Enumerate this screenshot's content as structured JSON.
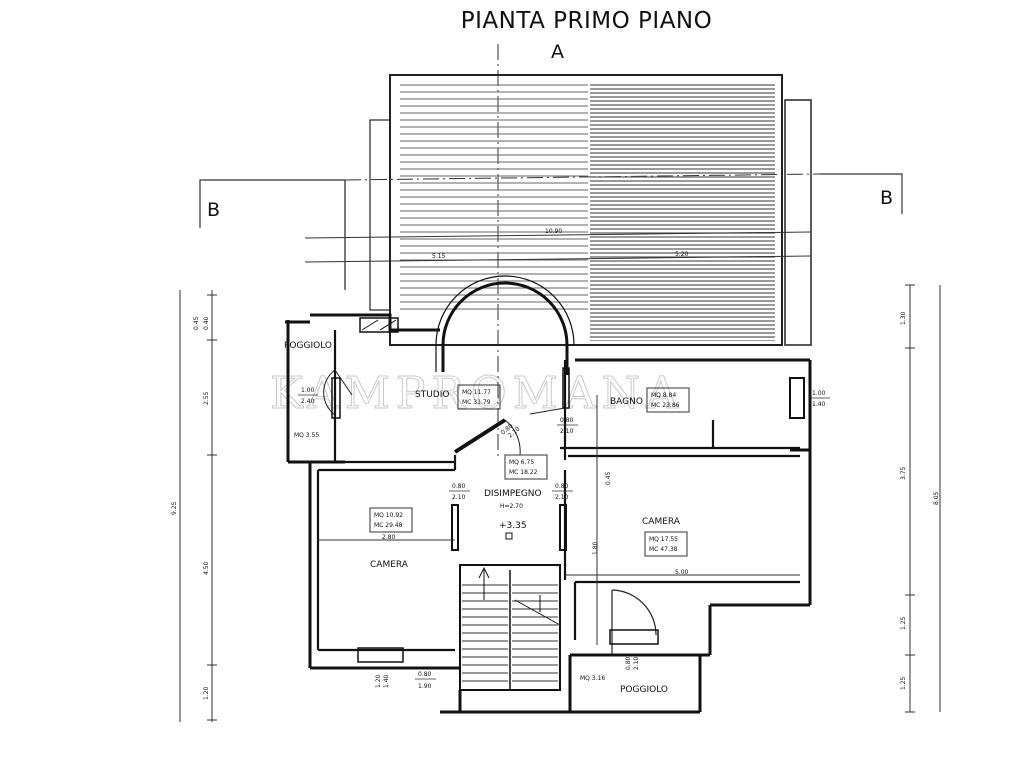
{
  "title": "PIANTA PRIMO PIANO",
  "section_marks": {
    "a": "A",
    "b_left": "B",
    "b_right": "B"
  },
  "watermark": "KAMPROMANA",
  "rooms": {
    "poggiolo_1": {
      "name": "POGGIOLO",
      "area": "MQ 3.55",
      "opening_w": "1.00",
      "opening_h": "2.40"
    },
    "studio": {
      "name": "STUDIO",
      "mq": "MQ 11.77",
      "mc": "MC 31.79"
    },
    "bagno": {
      "name": "BAGNO",
      "mq": "MQ 8.84",
      "mc": "MC 23.86",
      "window_w": "1.00",
      "window_h": "1.40"
    },
    "disimpegno": {
      "name": "DISIMPEGNO",
      "height": "H=2.70",
      "level": "+3.35",
      "mq": "MQ 6.75",
      "mc": "MC 18.22"
    },
    "camera_1": {
      "name": "CAMERA",
      "mq": "MQ 10.92",
      "mc": "MC 29.48"
    },
    "camera_2": {
      "name": "CAMERA",
      "mq": "MQ 17.55",
      "mc": "MC 47.38"
    },
    "poggiolo_2": {
      "name": "POGGIOLO",
      "area": "MQ 3.16"
    }
  },
  "dimensions": {
    "overall_top": "10.90",
    "top_left": "5.15",
    "top_right": "5.20",
    "camera1_width": "2.80",
    "camera2_width": "5.00",
    "door_studio_w": "0.80",
    "door_studio_h": "2.10",
    "door_left_w": "0.80",
    "door_left_h": "2.10",
    "door_right_w": "0.80",
    "door_right_h": "2.10",
    "door_bagno_w": "0.80",
    "door_bagno_h": "2.10",
    "entry_w": "0.80",
    "entry_h": "1.90",
    "bottom_win_w": "1.20",
    "bottom_win_h": "1.40",
    "bath_door_w": "0.80",
    "bath_door_h": "2.10",
    "right_d1": "1.30",
    "right_d2": "3.75",
    "right_d3": "1.25",
    "right_d4": "1.25",
    "right_total": "8.05",
    "left_d1": "0.40",
    "left_d2": "2.55",
    "left_d3": "4.50",
    "left_d4": "1.20",
    "left_total": "9.25",
    "inner_045": "0.45",
    "inner_180": "1.80",
    "left_top_a": "0.45"
  }
}
